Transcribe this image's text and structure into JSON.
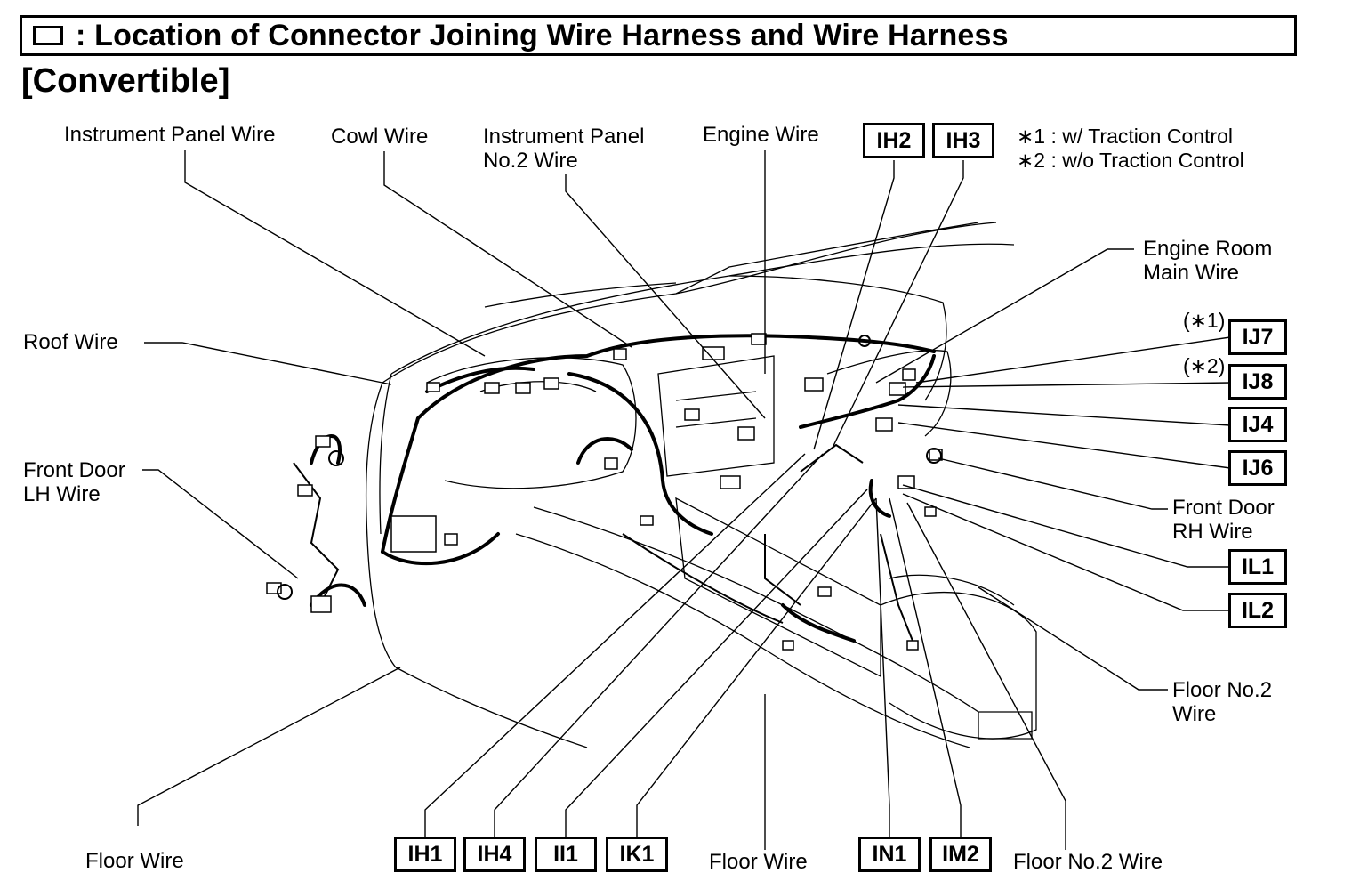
{
  "header": {
    "title": ": Location of Connector Joining Wire Harness and Wire Harness",
    "subtitle": "[Convertible]"
  },
  "notes": {
    "n1": "∗1 : w/ Traction Control",
    "n2": "∗2 : w/o Traction Control",
    "mark1": "(∗1)",
    "mark2": "(∗2)"
  },
  "labels": {
    "instrument_panel_wire": "Instrument Panel Wire",
    "cowl_wire": "Cowl Wire",
    "instrument_panel_no2_l1": "Instrument Panel",
    "instrument_panel_no2_l2": "No.2 Wire",
    "engine_wire": "Engine Wire",
    "engine_room_l1": "Engine Room",
    "engine_room_l2": "Main Wire",
    "roof_wire": "Roof Wire",
    "front_door_lh_l1": "Front Door",
    "front_door_lh_l2": "LH Wire",
    "front_door_rh_l1": "Front Door",
    "front_door_rh_l2": "RH Wire",
    "floor_no2_l1": "Floor No.2",
    "floor_no2_l2": "Wire",
    "floor_wire_left": "Floor Wire",
    "floor_wire_mid": "Floor Wire",
    "floor_no2_bottom": "Floor No.2 Wire"
  },
  "connectors": {
    "ih2": "IH2",
    "ih3": "IH3",
    "ij7": "IJ7",
    "ij8": "IJ8",
    "ij4": "IJ4",
    "ij6": "IJ6",
    "il1": "IL1",
    "il2": "IL2",
    "ih1": "IH1",
    "ih4": "IH4",
    "ii1": "II1",
    "ik1": "IK1",
    "in1": "IN1",
    "im2": "IM2"
  }
}
